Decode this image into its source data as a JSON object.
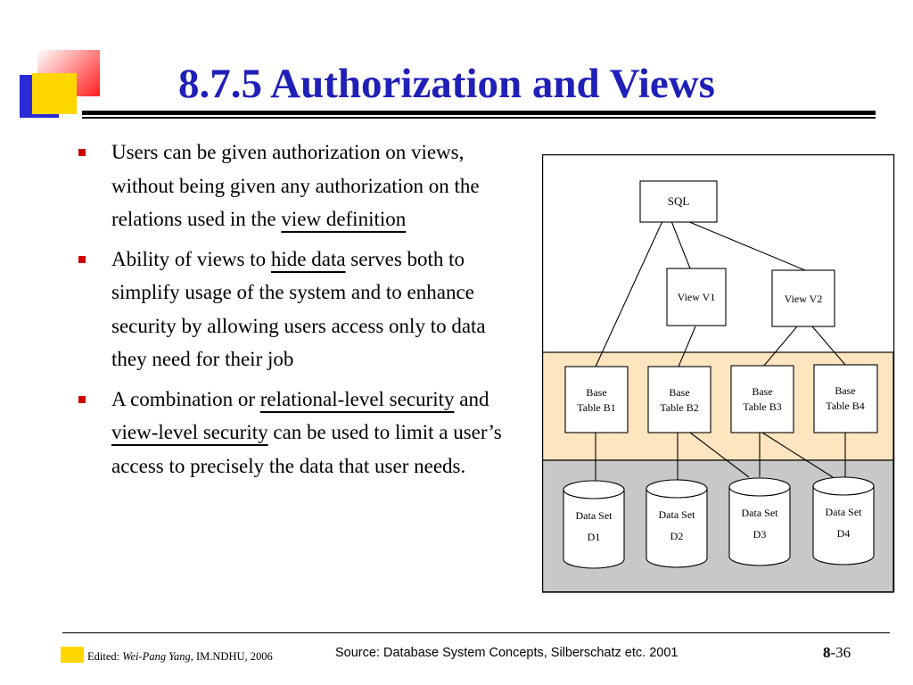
{
  "slide": {
    "title": "8.7.5 Authorization and Views",
    "bullets": [
      {
        "parts": [
          {
            "t": "Users can be given authorization on views, without being given any authorization on the relations used in the ",
            "u": false
          },
          {
            "t": "view definition",
            "u": true
          }
        ]
      },
      {
        "parts": [
          {
            "t": "Ability of views to ",
            "u": false
          },
          {
            "t": "hide data",
            "u": true
          },
          {
            "t": " serves both to simplify usage of the system and to enhance security by allowing users access only to data they need for their job",
            "u": false
          }
        ]
      },
      {
        "parts": [
          {
            "t": "A  combination or ",
            "u": false
          },
          {
            "t": "relational-level security",
            "u": true
          },
          {
            "t": " and ",
            "u": false
          },
          {
            "t": "view-level security",
            "u": true
          },
          {
            "t": " can be used to limit a user’s access to precisely  the data that user needs.",
            "u": false
          }
        ]
      }
    ]
  },
  "diagram": {
    "sql": "SQL",
    "views": [
      {
        "label": "View V1"
      },
      {
        "label": "View V2"
      }
    ],
    "tables": [
      {
        "line1": "Base",
        "line2": "Table B1"
      },
      {
        "line1": "Base",
        "line2": "Table B2"
      },
      {
        "line1": "Base",
        "line2": "Table B3"
      },
      {
        "line1": "Base",
        "line2": "Table B4"
      }
    ],
    "datasets": [
      {
        "line1": "Data Set",
        "line2": "D1"
      },
      {
        "line1": "Data Set",
        "line2": "D2"
      },
      {
        "line1": "Data Set",
        "line2": "D3"
      },
      {
        "line1": "Data Set",
        "line2": "D4"
      }
    ],
    "colors": {
      "middle_band": "#fde5c0",
      "bottom_band": "#c8c8c8"
    }
  },
  "footer": {
    "edited_label": "Edited: ",
    "author": "Wei-Pang Yang,",
    "org": " IM",
    "org2": ".NDHU, 2006",
    "source": "Source: Database System Concepts, Silberschatz etc. 2001",
    "chapter": "8",
    "page": "-36"
  }
}
